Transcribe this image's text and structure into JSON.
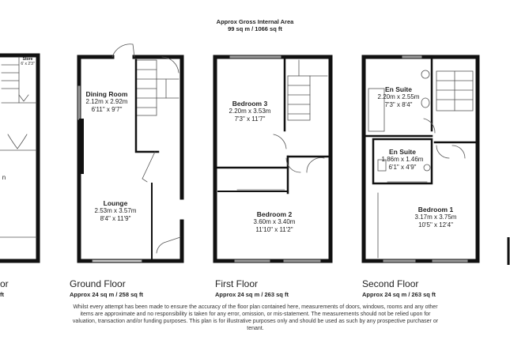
{
  "header": {
    "line1": "Approx Gross Internal Area",
    "line2": "99 sq m / 1066 sq ft"
  },
  "floors": [
    {
      "title": "or",
      "area": "ft",
      "rooms": [
        {
          "name": "Store",
          "dims": "6' x 2'3\""
        },
        {
          "name": "",
          "dims": "n"
        }
      ]
    },
    {
      "title": "Ground Floor",
      "area": "Approx 24 sq m / 258 sq ft",
      "rooms": [
        {
          "name": "Dining Room",
          "dims_m": "2.12m x 2.92m",
          "dims_ft": "6'11\" x 9'7\""
        },
        {
          "name": "Lounge",
          "dims_m": "2.53m x 3.57m",
          "dims_ft": "8'4\" x 11'9\""
        }
      ]
    },
    {
      "title": "First Floor",
      "area": "Approx 24 sq m / 263 sq ft",
      "rooms": [
        {
          "name": "Bedroom 3",
          "dims_m": "2.20m x 3.53m",
          "dims_ft": "7'3\" x 11'7\""
        },
        {
          "name": "Bedroom 2",
          "dims_m": "3.60m x 3.40m",
          "dims_ft": "11'10\" x 11'2\""
        }
      ]
    },
    {
      "title": "Second Floor",
      "area": "Approx 24 sq m / 263 sq ft",
      "rooms": [
        {
          "name": "En Suite",
          "dims_m": "2.20m x 2.55m",
          "dims_ft": "7'3\" x 8'4\""
        },
        {
          "name": "En Suite",
          "dims_m": "1.86m x 1.46m",
          "dims_ft": "6'1\" x 4'9\""
        },
        {
          "name": "Bedroom 1",
          "dims_m": "3.17m x 3.75m",
          "dims_ft": "10'5\" x 12'4\""
        }
      ]
    }
  ],
  "disclaimer": "Whilst every attempt has been made to ensure the accuracy of the floor plan contained here, measurements of doors, windows, rooms and any other items are approximate and no responsibility is taken for any error, omission, or mis-statement. The measurements should not be relied upon for valuation, transaction and/or funding purposes. This plan is for illustrative purposes only and should be used as such by any prospective purchaser or tenant.",
  "colors": {
    "wall": "#111111",
    "room_fill": "#ffffff",
    "line": "#555555",
    "window": "#9a9a9a"
  }
}
